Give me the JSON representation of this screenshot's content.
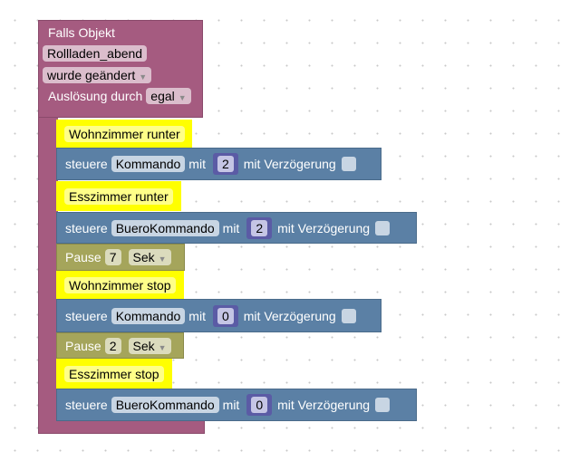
{
  "trigger": {
    "title": "Falls Objekt",
    "object": "Rollladen_abend",
    "condition": "wurde geändert",
    "trigger_label": "Auslösung durch",
    "trigger_value": "egal"
  },
  "statements": [
    {
      "comment": "Wohnzimmer runter"
    },
    {
      "label": "steuere",
      "target": "Kommando",
      "with": "mit",
      "value": "2",
      "delay": "mit Verzögerung"
    },
    {
      "comment": "Esszimmer runter"
    },
    {
      "label": "steuere",
      "target": "BueroKommando",
      "with": "mit",
      "value": "2",
      "delay": "mit Verzögerung"
    },
    {
      "label": "Pause",
      "value": "7",
      "unit": "Sek"
    },
    {
      "comment": "Wohnzimmer stop"
    },
    {
      "label": "steuere",
      "target": "Kommando",
      "with": "mit",
      "value": "0",
      "delay": "mit Verzögerung"
    },
    {
      "label": "Pause",
      "value": "2",
      "unit": "Sek"
    },
    {
      "comment": "Esszimmer stop"
    },
    {
      "label": "steuere",
      "target": "BueroKommando",
      "with": "mit",
      "value": "0",
      "delay": "mit Verzögerung"
    }
  ],
  "colors": {
    "trigger": "#a55b80",
    "control": "#5b80a5",
    "pause": "#a5a55b",
    "comment": "#ffff00",
    "number": "#5b5ba5"
  }
}
